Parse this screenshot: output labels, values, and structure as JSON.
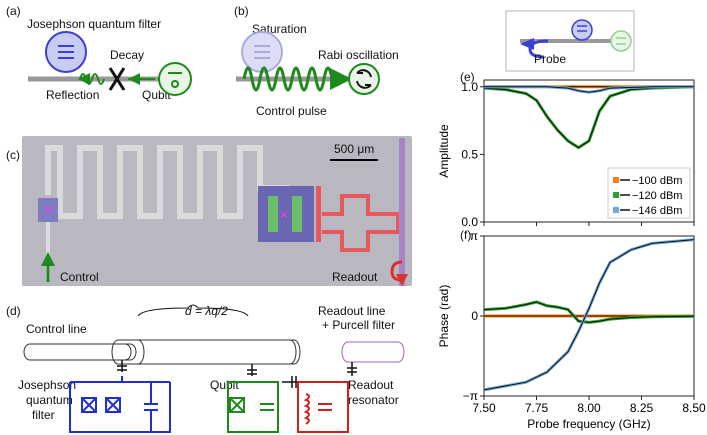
{
  "panels": {
    "a": {
      "label": "(a)",
      "filter": "Josephson quantum filter",
      "decay": "Decay",
      "reflection": "Reflection",
      "qubit": "Qubit"
    },
    "b": {
      "label": "(b)",
      "saturation": "Saturation",
      "rabi": "Rabi oscillation",
      "control": "Control pulse"
    },
    "c": {
      "label": "(c)",
      "scale": "500 μm",
      "control": "Control",
      "readout": "Readout"
    },
    "d": {
      "label": "(d)",
      "control_line": "Control line",
      "distance": "d = λq/2",
      "readout_line": "Readout line",
      "purcell": "+ Purcell filter",
      "jqf": "Josephson\nquantum\nfilter",
      "jqf_1": "Josephson",
      "jqf_2": "quantum",
      "jqf_3": "filter",
      "qubit": "Qubit",
      "resonator_1": "Readout",
      "resonator_2": "resonator"
    },
    "inset": {
      "probe": "Probe"
    },
    "e": {
      "label": "(e)"
    },
    "f": {
      "label": "(f)"
    }
  },
  "chart_data": [
    {
      "type": "line",
      "panel": "(e)",
      "ylabel": "Amplitude",
      "ylim": [
        0,
        1.05
      ],
      "yticks": [
        "0.0",
        "0.5",
        "1.0"
      ],
      "xlim": [
        7.5,
        8.5
      ],
      "series": [
        {
          "name": "−100 dBm",
          "color": "#ff7f0e",
          "x": [
            7.5,
            7.7,
            7.9,
            8.0,
            8.1,
            8.3,
            8.5
          ],
          "y": [
            1.0,
            1.0,
            1.0,
            1.0,
            1.0,
            1.0,
            1.0
          ]
        },
        {
          "name": "−120 dBm",
          "color": "#2ca02c",
          "x": [
            7.5,
            7.6,
            7.7,
            7.75,
            7.8,
            7.85,
            7.9,
            7.95,
            8.0,
            8.05,
            8.1,
            8.2,
            8.3,
            8.5
          ],
          "y": [
            0.99,
            0.98,
            0.95,
            0.9,
            0.78,
            0.68,
            0.6,
            0.55,
            0.6,
            0.82,
            0.93,
            0.98,
            0.99,
            1.0
          ]
        },
        {
          "name": "−146 dBm",
          "color": "#6fa8dc",
          "x": [
            7.5,
            7.8,
            7.9,
            7.95,
            8.0,
            8.05,
            8.1,
            8.3,
            8.5
          ],
          "y": [
            1.0,
            1.0,
            0.99,
            0.97,
            0.96,
            0.97,
            0.99,
            1.0,
            1.0
          ]
        }
      ],
      "legend": "lower-right"
    },
    {
      "type": "line",
      "panel": "(f)",
      "xlabel": "Probe frequency (GHz)",
      "ylabel": "Phase (rad)",
      "ylim": [
        -3.14,
        3.14
      ],
      "yticks": [
        "−π",
        "0",
        "π"
      ],
      "xlim": [
        7.5,
        8.5
      ],
      "xticks": [
        "7.50",
        "7.75",
        "8.00",
        "8.25",
        "8.50"
      ],
      "series": [
        {
          "name": "−100 dBm",
          "color": "#ff7f0e",
          "x": [
            7.5,
            8.0,
            8.5
          ],
          "y": [
            0.0,
            0.0,
            0.0
          ]
        },
        {
          "name": "−120 dBm",
          "color": "#2ca02c",
          "x": [
            7.5,
            7.6,
            7.7,
            7.75,
            7.8,
            7.85,
            7.9,
            7.95,
            8.0,
            8.05,
            8.1,
            8.2,
            8.3,
            8.5
          ],
          "y": [
            0.25,
            0.3,
            0.45,
            0.55,
            0.4,
            0.35,
            0.25,
            -0.2,
            -0.25,
            -0.2,
            -0.12,
            -0.06,
            -0.03,
            -0.01
          ]
        },
        {
          "name": "−146 dBm",
          "color": "#6fa8dc",
          "x": [
            7.5,
            7.7,
            7.8,
            7.9,
            7.95,
            8.0,
            8.05,
            8.1,
            8.2,
            8.3,
            8.5
          ],
          "y": [
            -2.9,
            -2.6,
            -2.2,
            -1.4,
            -0.6,
            0.3,
            1.3,
            2.1,
            2.6,
            2.85,
            3.0
          ]
        }
      ]
    }
  ]
}
